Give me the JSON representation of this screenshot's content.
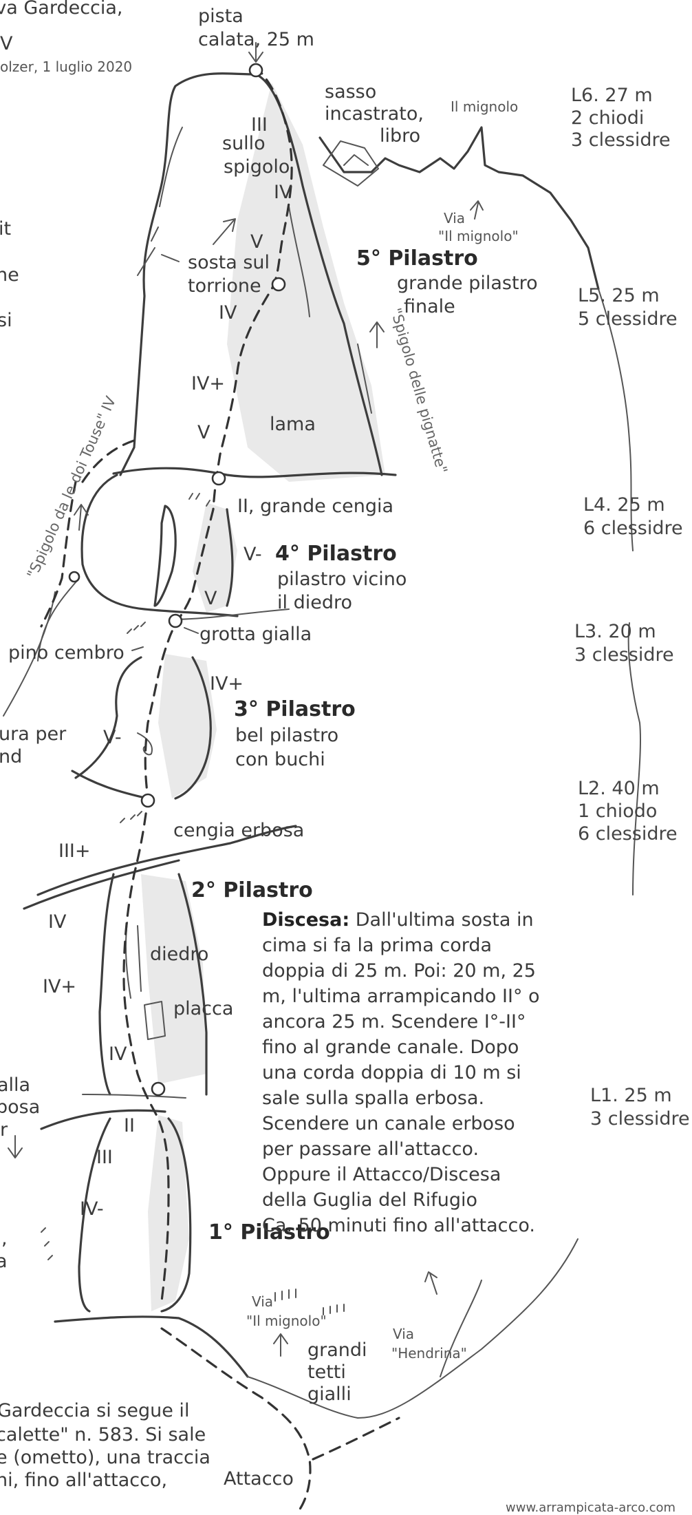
{
  "header": {
    "crop_top_left": "...iva Gardeccia,",
    "crop_grade": "V",
    "author_date": "olzer, 1 luglio 2020"
  },
  "top": {
    "pista": "pista",
    "calata": "calata, 25 m",
    "sasso_1": "sasso",
    "sasso_2": "incastrato,",
    "sasso_3": "libro",
    "mignolo_peak": "Il mignolo",
    "via_mignolo_1": "Via",
    "via_mignolo_2": "\"Il mignolo\""
  },
  "pitches": [
    {
      "name": "L6. 27 m",
      "detail_1": "2 chiodi",
      "detail_2": "3 clessidre"
    },
    {
      "name": "L5. 25 m",
      "detail_1": "5 clessidre",
      "detail_2": ""
    },
    {
      "name": "L4. 25 m",
      "detail_1": "6 clessidre",
      "detail_2": ""
    },
    {
      "name": "L3. 20 m",
      "detail_1": "3 clessidre",
      "detail_2": ""
    },
    {
      "name": "L2. 40 m",
      "detail_1": "1 chiodo",
      "detail_2": "6 clessidre"
    },
    {
      "name": "L1. 25 m",
      "detail_1": "3 clessidre",
      "detail_2": ""
    }
  ],
  "pillars": {
    "p5": "5° Pilastro",
    "p5_desc_1": "grande pilastro",
    "p5_desc_2": "finale",
    "p4": "4° Pilastro",
    "p4_desc_1": "pilastro vicino",
    "p4_desc_2": "il diedro",
    "p3": "3° Pilastro",
    "p3_desc_1": "bel pilastro",
    "p3_desc_2": "con buchi",
    "p2": "2° Pilastro",
    "p1": "1° Pilastro"
  },
  "labels": {
    "sullo": "sullo",
    "spigolo": "spigolo",
    "sosta_1": "sosta sul",
    "sosta_2": "torrione",
    "lama": "lama",
    "grande_cengia": "II, grande cengia",
    "grotta": "grotta gialla",
    "pino": "pino cembro",
    "cengia_erbosa": "cengia erbosa",
    "diedro": "diedro",
    "placca": "placca",
    "spigolo_pignatte": "\"Spigolo delle pignatte\"",
    "spigolo_touse": "\"Spigolo da le doi Touse\" IV",
    "bottom_via_mignolo_1": "Via",
    "bottom_via_mignolo_2": "\"Il mignolo\"",
    "bottom_via_hendrina_1": "Via",
    "bottom_via_hendrina_2": "\"Hendrina\"",
    "tetti_1": "grandi",
    "tetti_2": "tetti",
    "tetti_3": "gialli",
    "attacco": "Attacco"
  },
  "grades": {
    "g_III": "III",
    "g_IV_top": "IV",
    "g_V_top": "V",
    "g_IV_sosta": "IV",
    "g_IVp_lama": "IV+",
    "g_V_lama": "V",
    "g_Vm_p4": "V-",
    "g_V_p4": "V",
    "g_IVp_p3": "IV+",
    "g_Vm_p3": "V-",
    "g_IIIp": "III+",
    "g_IV_p2": "IV",
    "g_IVp_p2": "IV+",
    "g_IV_p2b": "IV",
    "g_II_p1": "II",
    "g_III_p1": "III",
    "g_IVm_p1": "IV-"
  },
  "left_crop": {
    "it": "it",
    "ne": "ne",
    "si": "si",
    "ura_per": "ura per",
    "nd": "nd",
    "alla": "alla",
    "bosa": "bosa",
    "r": "r",
    "comma": ",",
    "a": "a"
  },
  "descent": {
    "title": "Discesa:",
    "lines": [
      " Dall'ultima sosta in",
      "cima si fa la prima corda",
      "doppia di 25 m. Poi: 20 m, 25",
      "m, l'ultima arrampicando II° o",
      "ancora 25 m. Scendere I°-II°",
      "fino al grande canale. Dopo",
      "una corda doppia di 10 m si",
      "sale sulla spalla erbosa.",
      "Scendere un canale erboso",
      "per passare all'attacco.",
      "Oppure il Attacco/Discesa",
      "della Guglia del Rifugio",
      "Ca. 50 minuti fino all'attacco."
    ]
  },
  "approach": {
    "line_1": "Gardeccia si segue il",
    "line_2": "calette\" n. 583. Si sale",
    "line_3": "e (ometto), una traccia",
    "line_4": "hi, fino all'attacco,"
  },
  "footer": {
    "website": "www.arrampicata-arco.com"
  }
}
